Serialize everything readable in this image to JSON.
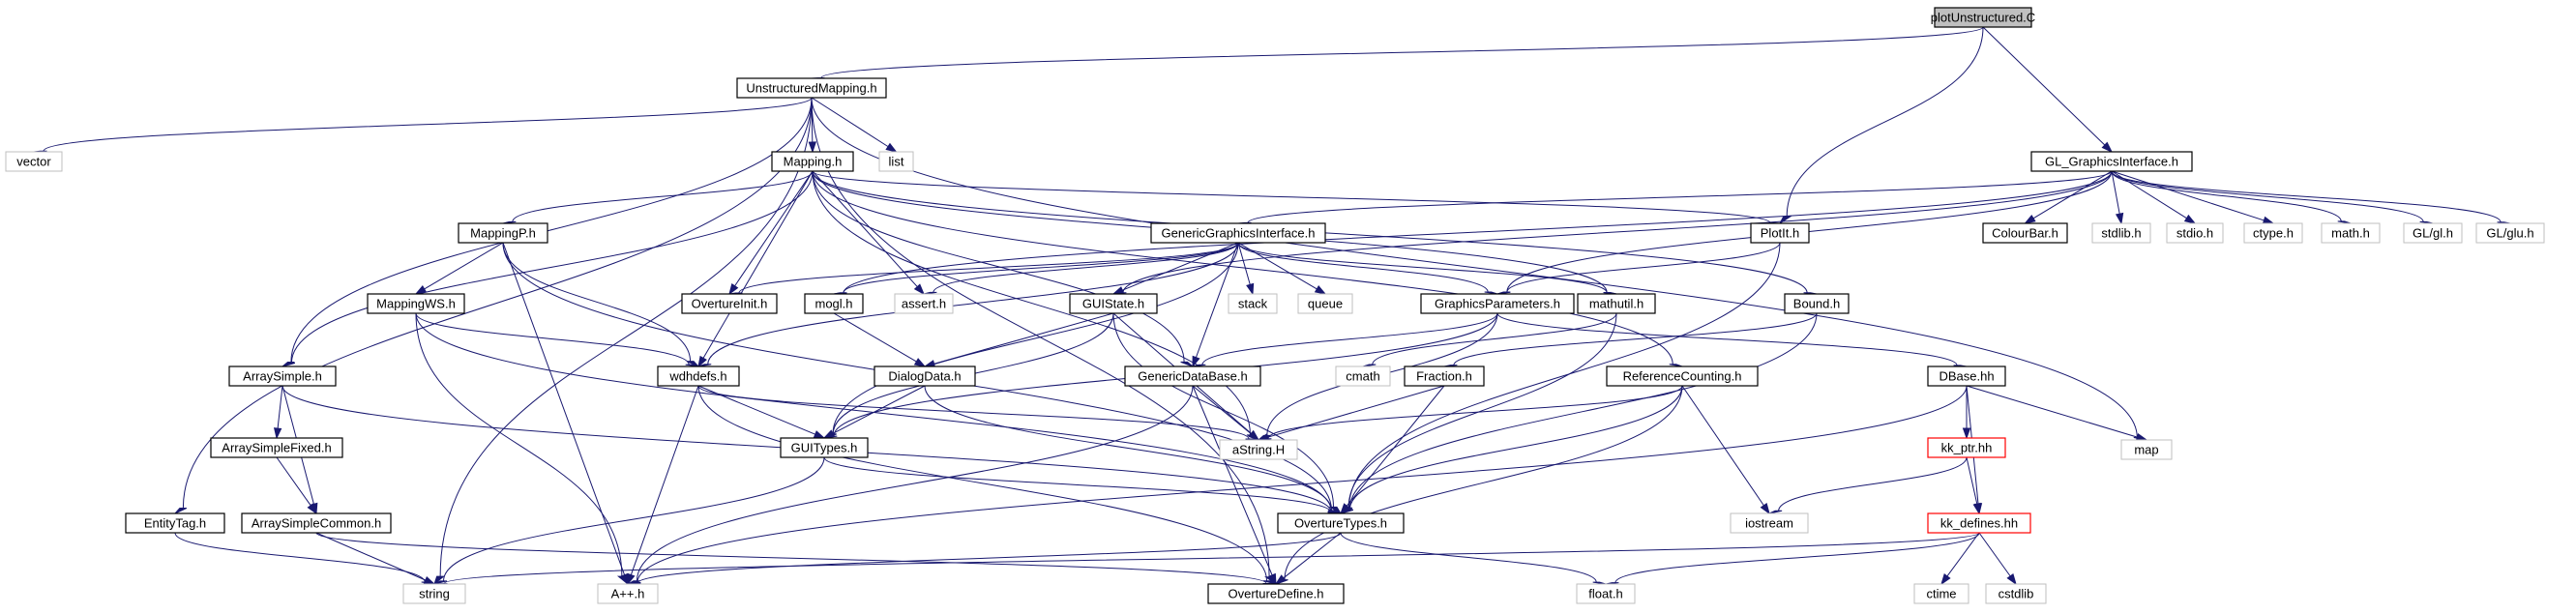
{
  "colors": {
    "edge": "#191970",
    "root_fill": "#bfbfbf",
    "node_border": "#000000",
    "external_border": "#bfbfbf",
    "highlight_border": "#ff0000"
  },
  "nodes": {
    "plotUnstructured": "plotUnstructured.C",
    "UnstructuredMapping": "UnstructuredMapping.h",
    "vector": "vector",
    "list": "list",
    "Mapping": "Mapping.h",
    "GL_GraphicsInterface": "GL_GraphicsInterface.h",
    "ColourBar": "ColourBar.h",
    "stdlib": "stdlib.h",
    "stdio": "stdio.h",
    "ctype": "ctype.h",
    "math": "math.h",
    "GLgl": "GL/gl.h",
    "GLglu": "GL/glu.h",
    "MappingP": "MappingP.h",
    "GenericGraphicsInterface": "GenericGraphicsInterface.h",
    "PlotIt": "PlotIt.h",
    "OvertureInit": "OvertureInit.h",
    "mogl": "mogl.h",
    "assert": "assert.h",
    "stack": "stack",
    "queue": "queue",
    "GUIState": "GUIState.h",
    "GraphicsParameters": "GraphicsParameters.h",
    "mathutil": "mathutil.h",
    "Bound": "Bound.h",
    "MappingWS": "MappingWS.h",
    "ArraySimple": "ArraySimple.h",
    "wdhdefs": "wdhdefs.h",
    "DialogData": "DialogData.h",
    "GenericDataBase": "GenericDataBase.h",
    "cmath": "cmath",
    "Fraction": "Fraction.h",
    "ReferenceCounting": "ReferenceCounting.h",
    "DBase": "DBase.hh",
    "ArraySimpleFixed": "ArraySimpleFixed.h",
    "GUITypes": "GUITypes.h",
    "aString": "aString.H",
    "kk_ptr": "kk_ptr.hh",
    "map": "map",
    "ArraySimpleCommon": "ArraySimpleCommon.h",
    "EntityTag": "EntityTag.h",
    "OvertureTypes": "OvertureTypes.h",
    "iostream": "iostream",
    "kk_defines": "kk_defines.hh",
    "string": "string",
    "Aplusplus": "A++.h",
    "OvertureDefine": "OvertureDefine.h",
    "float": "float.h",
    "ctime": "ctime",
    "cstdlib": "cstdlib"
  }
}
